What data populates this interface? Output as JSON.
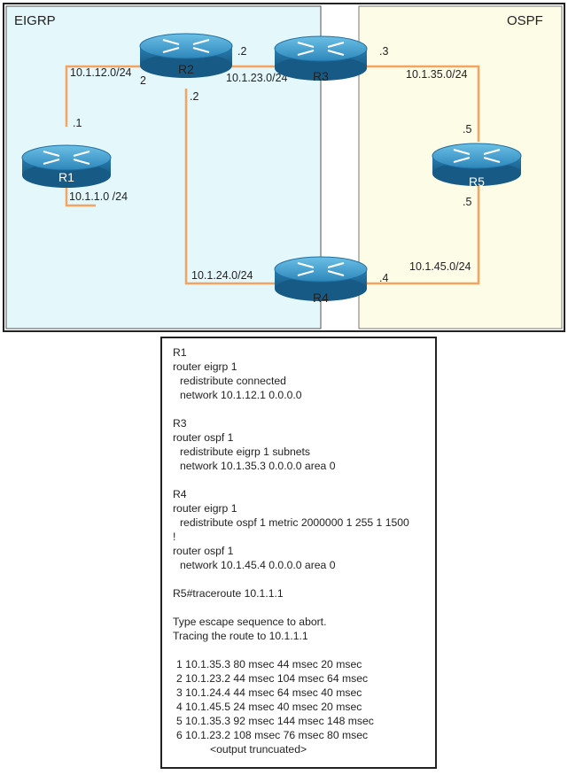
{
  "areas": {
    "eigrp": {
      "label": "EIGRP",
      "fill": "#e4f7fb"
    },
    "ospf": {
      "label": "OSPF",
      "fill": "#fdfce6"
    }
  },
  "colors": {
    "link": "#f4a460",
    "router_top": "#3f9bc8",
    "router_side": "#1f6fa0"
  },
  "routers": [
    {
      "id": "R1",
      "label": "R1"
    },
    {
      "id": "R2",
      "label": "R2"
    },
    {
      "id": "R3",
      "label": "R3"
    },
    {
      "id": "R4",
      "label": "R4"
    },
    {
      "id": "R5",
      "label": "R5"
    }
  ],
  "links": [
    {
      "id": "r1-r2",
      "network": "10.1.12.0/24",
      "end_a": ".1",
      "end_b": "2"
    },
    {
      "id": "r2-r3",
      "network": "10.1.23.0/24",
      "end_a": ".2",
      "end_b": ".3"
    },
    {
      "id": "r2-r4",
      "network": "10.1.24.0/24",
      "end_a": ".2",
      "end_b": ".4"
    },
    {
      "id": "r3-r5",
      "network": "10.1.35.0/24",
      "end_a": ".3",
      "end_b": ".5"
    },
    {
      "id": "r4-r5",
      "network": "10.1.45.0/24",
      "end_a": ".4",
      "end_b": ".5"
    },
    {
      "id": "r1-lan",
      "network": "10.1.1.0 /24"
    }
  ],
  "config": {
    "lines": [
      {
        "text": "R1",
        "style": "plain"
      },
      {
        "text": "router eigrp 1",
        "style": "plain"
      },
      {
        "text": "redistribute connected",
        "style": "indent1"
      },
      {
        "text": "network 10.1.12.1 0.0.0.0",
        "style": "indent1"
      },
      {
        "text": "",
        "style": "blank"
      },
      {
        "text": "R3",
        "style": "plain"
      },
      {
        "text": "router ospf 1",
        "style": "plain"
      },
      {
        "text": "redistribute eigrp 1 subnets",
        "style": "indent1"
      },
      {
        "text": "network 10.1.35.3 0.0.0.0 area 0",
        "style": "indent1"
      },
      {
        "text": "",
        "style": "blank"
      },
      {
        "text": "R4",
        "style": "plain"
      },
      {
        "text": "router eigrp 1",
        "style": "plain"
      },
      {
        "text": "redistribute ospf 1 metric 2000000 1 255 1 1500",
        "style": "indent1"
      },
      {
        "text": "!",
        "style": "plain"
      },
      {
        "text": "router ospf 1",
        "style": "plain"
      },
      {
        "text": "network 10.1.45.4 0.0.0.0 area 0",
        "style": "indent1"
      },
      {
        "text": "",
        "style": "blank"
      },
      {
        "text": "R5#traceroute 10.1.1.1",
        "style": "plain"
      },
      {
        "text": "",
        "style": "blank"
      },
      {
        "text": "Type escape sequence to abort.",
        "style": "plain"
      },
      {
        "text": "Tracing the route to 10.1.1.1",
        "style": "plain"
      },
      {
        "text": "",
        "style": "blank"
      },
      {
        "text": "1 10.1.35.3 80 msec 44 msec 20 msec",
        "style": "indent2"
      },
      {
        "text": "2 10.1.23.2 44 msec 104 msec 64 msec",
        "style": "indent2"
      },
      {
        "text": "3 10.1.24.4 44 msec 64 msec 40 msec",
        "style": "indent2"
      },
      {
        "text": "4 10.1.45.5 24 msec 40 msec 20 msec",
        "style": "indent2"
      },
      {
        "text": "5 10.1.35.3 92 msec 144 msec 148 msec",
        "style": "indent2"
      },
      {
        "text": "6 10.1.23.2 108 msec 76 msec 80 msec",
        "style": "indent2"
      },
      {
        "text": "<output truncuated>",
        "style": "indent3"
      }
    ]
  }
}
